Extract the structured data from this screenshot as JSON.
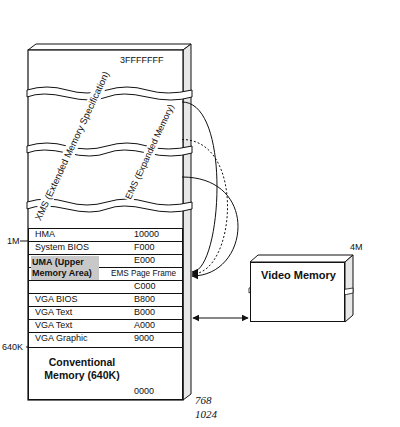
{
  "diagram": {
    "nodes": [
      {
        "text": [
          "XMS (Extended Memory Specification)"
        ]
      },
      {
        "text": [
          "EMS (Expanded Memory)"
        ],
        "in": 0
      },
      {
        "text": [
          "HMA",
          "10000"
        ]
      },
      {
        "text": [
          "System BIOS",
          "F000"
        ]
      },
      {
        "text": [
          "E000"
        ]
      },
      {
        "text": [
          "EMS Page Frame"
        ]
      },
      {
        "text": [
          "C000"
        ]
      },
      {
        "text": [
          "VGA BIOS",
          "B800"
        ]
      },
      {
        "text": [
          "VGA Text",
          "B000"
        ]
      },
      {
        "text": [
          "VGA Text",
          "A000"
        ]
      },
      {
        "text": [
          "VGA Graphic",
          "9000"
        ]
      },
      {
        "text": [
          "Conventional Memory (640K)",
          "0000"
        ]
      },
      {
        "text": [
          "Video Memory"
        ]
      }
    ],
    "edges": [
      {
        "from": 1,
        "to": 5,
        "arrow": "to"
      },
      {
        "from": 1,
        "to": 5,
        "arrow": "to"
      },
      {
        "from": 1,
        "to": 5,
        "arrow": "to"
      },
      {
        "from": 9,
        "to": 12,
        "arrow": "both"
      }
    ],
    "labels": [
      "3FFFFFFF",
      "UMA (Upper Memory Area)",
      "1M",
      "640K",
      "4M",
      "768",
      "1024"
    ]
  }
}
